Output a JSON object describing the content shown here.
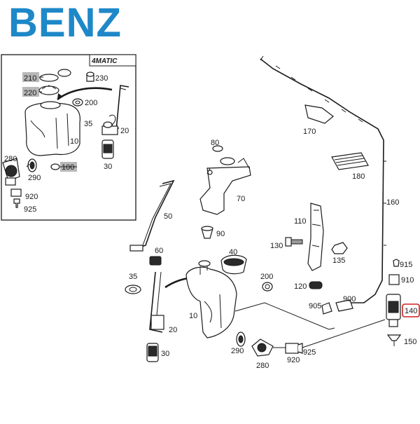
{
  "brand": {
    "text": "BENZ",
    "color": "#1e88c8"
  },
  "inset": {
    "badge": "4MATIC"
  },
  "highlight_color": "#cc2222",
  "callouts": {
    "210": "210",
    "220": "220",
    "230": "230",
    "200_inset": "200",
    "35_inset": "35",
    "20_inset": "20",
    "10_inset": "10",
    "30_inset": "30",
    "280_inset": "280",
    "290_inset": "290",
    "100": "100",
    "920_inset": "920",
    "925_inset": "925",
    "170": "170",
    "180": "180",
    "160": "160",
    "80": "80",
    "70": "70",
    "50": "50",
    "60": "60",
    "90": "90",
    "40": "40",
    "110": "110",
    "130": "130",
    "135": "135",
    "120": "120",
    "915": "915",
    "910": "910",
    "140": "140",
    "150": "150",
    "900": "900",
    "905": "905",
    "200": "200",
    "35": "35",
    "10": "10",
    "20": "20",
    "30": "30",
    "290": "290",
    "280": "280",
    "925": "925",
    "920": "920"
  },
  "shaded_labels": [
    "210",
    "220",
    "100"
  ],
  "highlighted_label": "140"
}
